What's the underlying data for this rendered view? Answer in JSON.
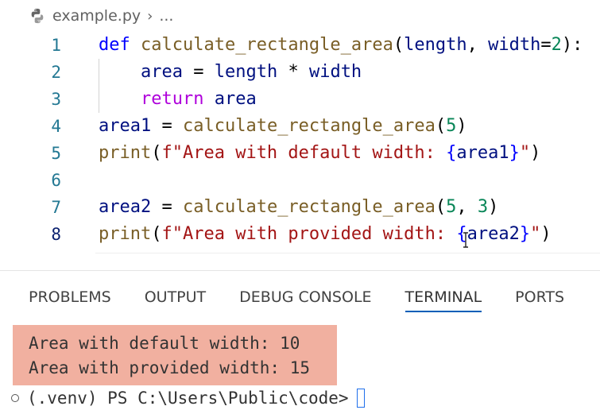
{
  "breadcrumb": {
    "file": "example.py",
    "separator": "›",
    "more": "..."
  },
  "editor": {
    "line_numbers": [
      "1",
      "2",
      "3",
      "4",
      "5",
      "6",
      "7",
      "8"
    ],
    "lines": [
      [
        "def",
        " ",
        "calculate_rectangle_area",
        "(",
        "length",
        ", ",
        "width",
        "=",
        "2",
        "):"
      ],
      [
        "    ",
        "area",
        " = ",
        "length",
        " * ",
        "width"
      ],
      [
        "    ",
        "return",
        " ",
        "area"
      ],
      [
        "area1",
        " = ",
        "calculate_rectangle_area",
        "(",
        "5",
        ")"
      ],
      [
        "print",
        "(",
        "f\"Area with default width: ",
        "{",
        "area1",
        "}",
        "\"",
        ")"
      ],
      [],
      [
        "area2",
        " = ",
        "calculate_rectangle_area",
        "(",
        "5",
        ", ",
        "3",
        ")"
      ],
      [
        "print",
        "(",
        "f\"Area with provided width: ",
        "{",
        "area2",
        "}",
        "\"",
        ")"
      ]
    ],
    "colors": {
      "keyword": "#0000ff",
      "control": "#af00db",
      "function": "#795e26",
      "variable": "#001080",
      "number": "#098658",
      "string": "#a31515"
    }
  },
  "panel": {
    "tabs": [
      "PROBLEMS",
      "OUTPUT",
      "DEBUG CONSOLE",
      "TERMINAL",
      "PORTS"
    ],
    "active_tab": "TERMINAL",
    "terminal": {
      "output": [
        "Area with default width: 10",
        "Area with provided width: 15"
      ],
      "prompt": "(.venv) PS C:\\Users\\Public\\code>",
      "highlight_color": "#f1b0a0"
    }
  }
}
